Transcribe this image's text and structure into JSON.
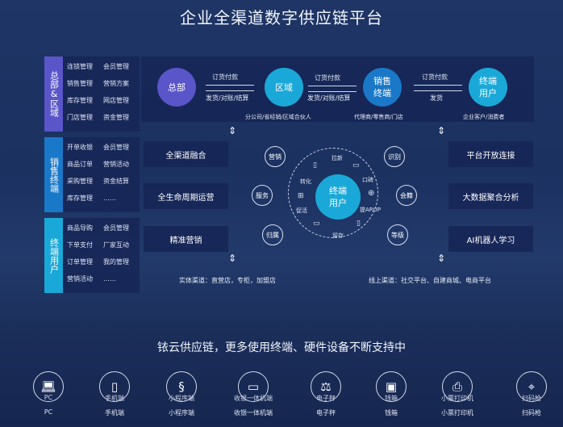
{
  "title": "企业全渠道数字供应链平台",
  "left_blocks": [
    {
      "label": "总部&区域",
      "color": "#5a55c9",
      "items": [
        "连锁管理",
        "会员管理",
        "销售管理",
        "营销方案",
        "库存管理",
        "网店管理",
        "门店管理",
        "资金管理"
      ]
    },
    {
      "label": "销售终端",
      "color": "#1a78c8",
      "items": [
        "开单收银",
        "会员管理",
        "商品订单",
        "营销活动",
        "采购管理",
        "资金结算",
        "库存管理",
        "……"
      ]
    },
    {
      "label": "终端用户",
      "color": "#1aa8d8",
      "items": [
        "商品导购",
        "会员管理",
        "下单支付",
        "厂家互动",
        "订单管理",
        "我的管理",
        "营销活动",
        "……"
      ]
    }
  ],
  "flow": {
    "nodes": [
      {
        "label": "总部"
      },
      {
        "label": "区域",
        "sub": "分公司/省经销/区域合伙人"
      },
      {
        "label": "销售终端",
        "sub": "代理商/零售商/门店"
      },
      {
        "label": "终端用户",
        "sub": "企业客户/消费者"
      }
    ],
    "links": [
      {
        "top": "订货付款",
        "bottom": "发货/对账/结算"
      },
      {
        "top": "订货付款",
        "bottom": "发货/对账/结算"
      },
      {
        "top": "订货付款",
        "bottom": "发货"
      }
    ]
  },
  "left_boxes": [
    "全渠道融合",
    "全生命周期运营",
    "精准营销"
  ],
  "right_boxes": [
    "平台开放连接",
    "大数据聚合分析",
    "AI机器人学习"
  ],
  "center": {
    "label": "终端用户",
    "outer": [
      "营销",
      "服务",
      "归属",
      "识别",
      "会籍",
      "等级"
    ],
    "inner": [
      "拉新",
      "口碑",
      "提ARUP",
      "留存",
      "促活",
      "转化"
    ]
  },
  "offline": "实体渠道：直营店，专柜，加盟店",
  "online": "线上渠道：社交平台、自建商城、电商平台",
  "slogan": "铱云供应链，更多使用终端、硬件设备不断支持中",
  "devices": [
    {
      "label": "PC",
      "icon": "laptop-icon"
    },
    {
      "label": "手机端",
      "icon": "phone-icon"
    },
    {
      "label": "小程序端",
      "icon": "miniprogram-icon"
    },
    {
      "label": "收银一体机端",
      "icon": "monitor-icon"
    },
    {
      "label": "电子秤",
      "icon": "scale-icon"
    },
    {
      "label": "钱箱",
      "icon": "cashbox-icon"
    },
    {
      "label": "小票打印机",
      "icon": "printer-icon"
    },
    {
      "label": "扫码枪",
      "icon": "scanner-icon"
    }
  ]
}
